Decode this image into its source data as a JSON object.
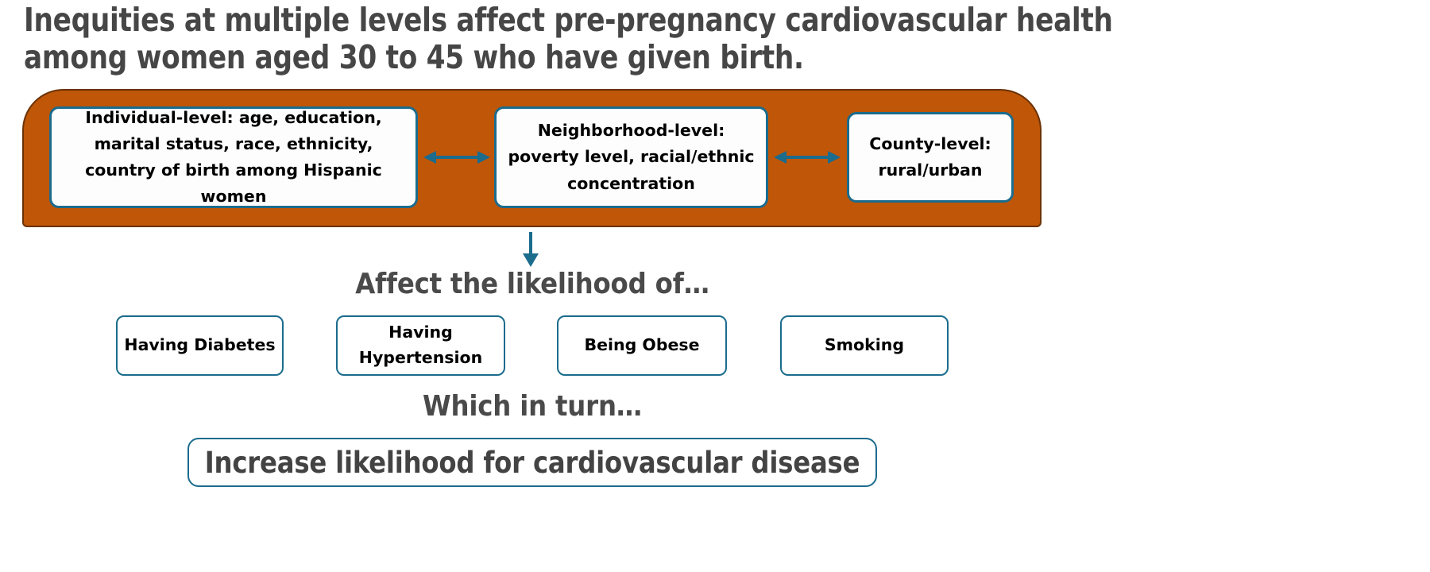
{
  "title": "Inequities at multiple levels affect pre-pregnancy cardiovascular health among women aged 30 to 45 who have given birth.",
  "colors": {
    "banner_orange": "#BF5608",
    "box_border_teal": "#1b6c8d",
    "arrow_teal": "#1b6c8d",
    "caption_gray": "#4a4a4a",
    "title_gray": "#464646"
  },
  "banner": {
    "levels": [
      {
        "label": "Individual-level: age, education, marital status, race, ethnicity, country of birth among Hispanic women"
      },
      {
        "label": "Neighborhood-level: poverty level, racial/ethnic concentration"
      },
      {
        "label": "County-level: rural/urban"
      }
    ],
    "connectors": [
      {
        "name": "double-arrow-individual-neighborhood"
      },
      {
        "name": "double-arrow-neighborhood-county"
      }
    ]
  },
  "flow": {
    "down_arrow": "down-arrow",
    "caption_affect": "Affect the likelihood of…",
    "caption_which": "Which in turn…"
  },
  "outcomes": [
    {
      "label": "Having Diabetes"
    },
    {
      "label": "Having Hypertension"
    },
    {
      "label": "Being Obese"
    },
    {
      "label": "Smoking"
    }
  ],
  "final": {
    "label": "Increase likelihood for cardiovascular disease"
  }
}
